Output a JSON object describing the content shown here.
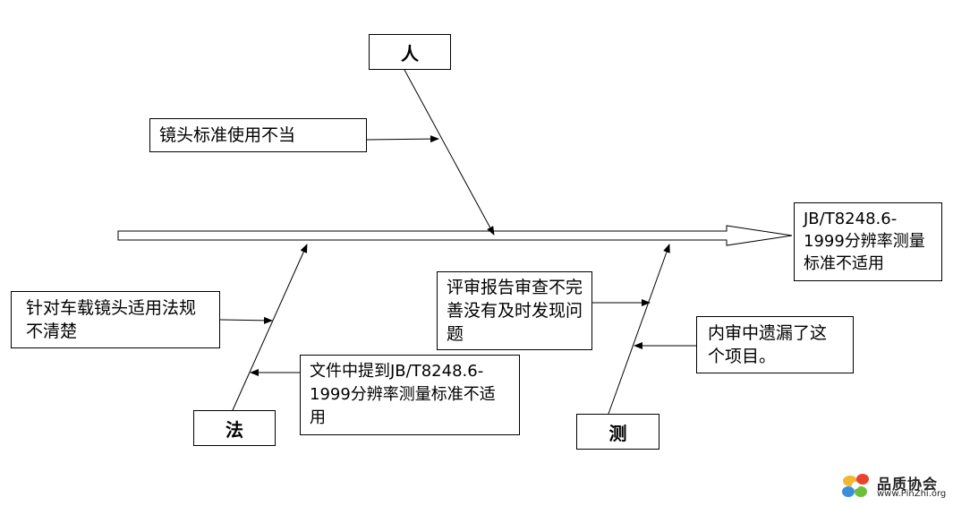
{
  "categories": {
    "ren": "人",
    "fa": "法",
    "ce": "测"
  },
  "effect": "JB/T8248.6-1999分辨率测量标准不适用",
  "causes": {
    "lens_misuse": "镜头标准使用不当",
    "regulation_unclear": "针对车载镜头适用法规不清楚",
    "doc_mentions": "文件中提到JB/T8248.6-1999分辨率测量标准不适用",
    "review_incomplete": "评审报告审查不完善没有及时发现问题",
    "audit_missed": "内审中遗漏了这个项目。"
  },
  "logo": {
    "name": "品质协会",
    "url": "www.PinZhi.org"
  }
}
